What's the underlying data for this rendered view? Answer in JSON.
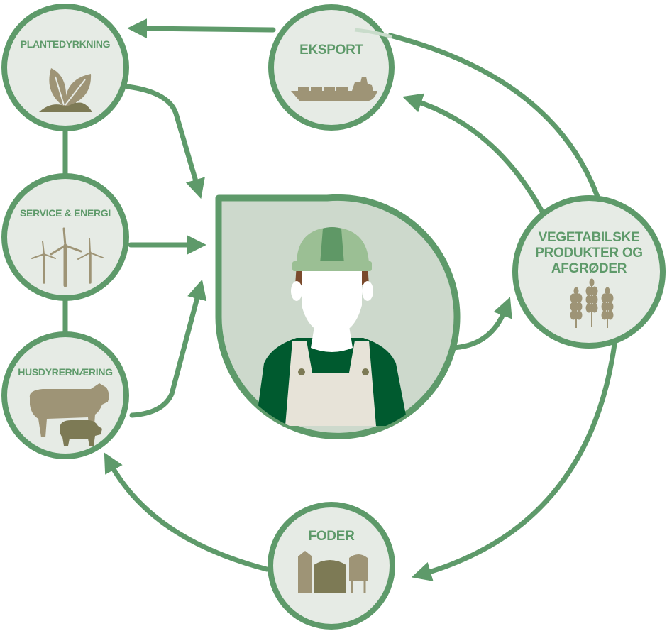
{
  "colors": {
    "ring_green": "#5e9a6a",
    "circle_fill": "#e6ebe5",
    "drop_fill": "#cdd9cc",
    "icon_khaki": "#9e9476",
    "icon_olive": "#7d7a55",
    "dark_green": "#005a2f",
    "helmet_light": "#9bbf94",
    "helmet_dark": "#5f9866",
    "apron": "#e7e3d8",
    "hair": "#7a4a2c"
  },
  "nodes": {
    "plantedyrkning": {
      "label": "PLANTEDYRKNING",
      "icon": "leaves-icon"
    },
    "service_energi": {
      "label": "SERVICE & ENERGI",
      "icon": "wind-turbine-icon"
    },
    "husdyrernaering": {
      "label": "HUSDYRERNÆRING",
      "icon": "cow-pig-icon"
    },
    "eksport": {
      "label": "EKSPORT",
      "icon": "ship-icon"
    },
    "vegetabilske": {
      "label_lines": [
        "VEGETABILSKE",
        "PRODUKTER OG",
        "AFGRØDER"
      ],
      "icon": "wheat-icon"
    },
    "foder": {
      "label": "FODER",
      "icon": "silo-icon"
    }
  },
  "center": {
    "icon": "farmer-icon"
  }
}
